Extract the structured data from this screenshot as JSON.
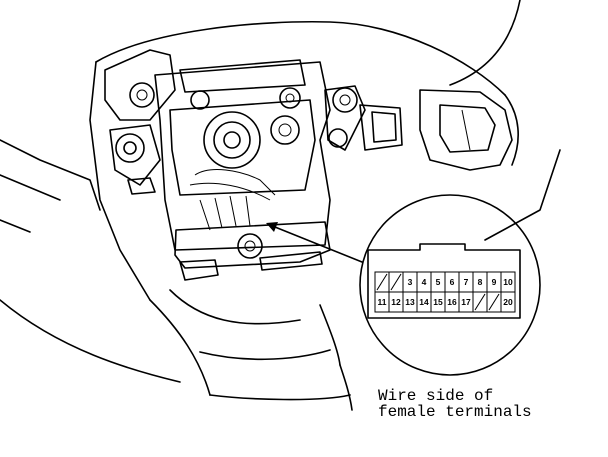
{
  "connector": {
    "pins": [
      {
        "label": ""
      },
      {
        "label": ""
      },
      {
        "label": "3"
      },
      {
        "label": "4"
      },
      {
        "label": "5"
      },
      {
        "label": "6"
      },
      {
        "label": "7"
      },
      {
        "label": "8"
      },
      {
        "label": "9"
      },
      {
        "label": "10"
      },
      {
        "label": "11"
      },
      {
        "label": "12"
      },
      {
        "label": "13"
      },
      {
        "label": "14"
      },
      {
        "label": "15"
      },
      {
        "label": "16"
      },
      {
        "label": "17"
      },
      {
        "label": ""
      },
      {
        "label": ""
      },
      {
        "label": "20"
      }
    ],
    "empty_cavities": [
      1,
      2,
      18,
      19
    ]
  },
  "caption": {
    "line1": "Wire side of",
    "line2": "female terminals"
  }
}
